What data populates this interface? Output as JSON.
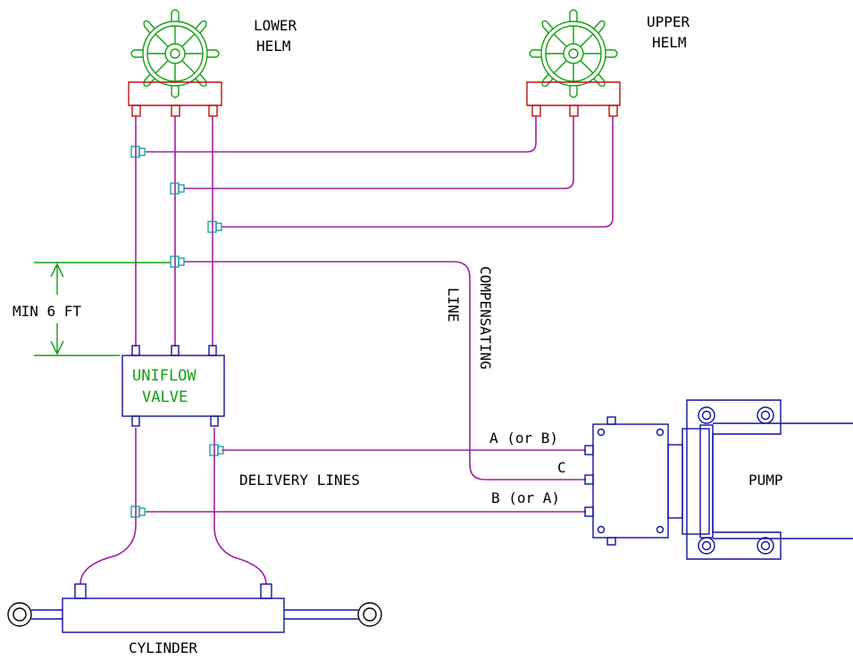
{
  "labels": {
    "lower_helm": [
      "LOWER",
      "HELM"
    ],
    "upper_helm": [
      "UPPER",
      "HELM"
    ],
    "min_distance": "MIN 6 FT",
    "uniflow_valve": [
      "UNIFLOW",
      "VALVE"
    ],
    "compensating": "COMPENSATING",
    "line": "LINE",
    "delivery_lines": "DELIVERY LINES",
    "port_a": "A (or B)",
    "port_c": "C",
    "port_b": "B (or A)",
    "pump": "PUMP",
    "cylinder": "CYLINDER"
  },
  "colors": {
    "pipe": "#a020a0",
    "helm_wheel": "#14a014",
    "helm_base": "#c01010",
    "hardware": "#1010a0",
    "fitting": "#109aa0",
    "dimension": "#14a014"
  }
}
